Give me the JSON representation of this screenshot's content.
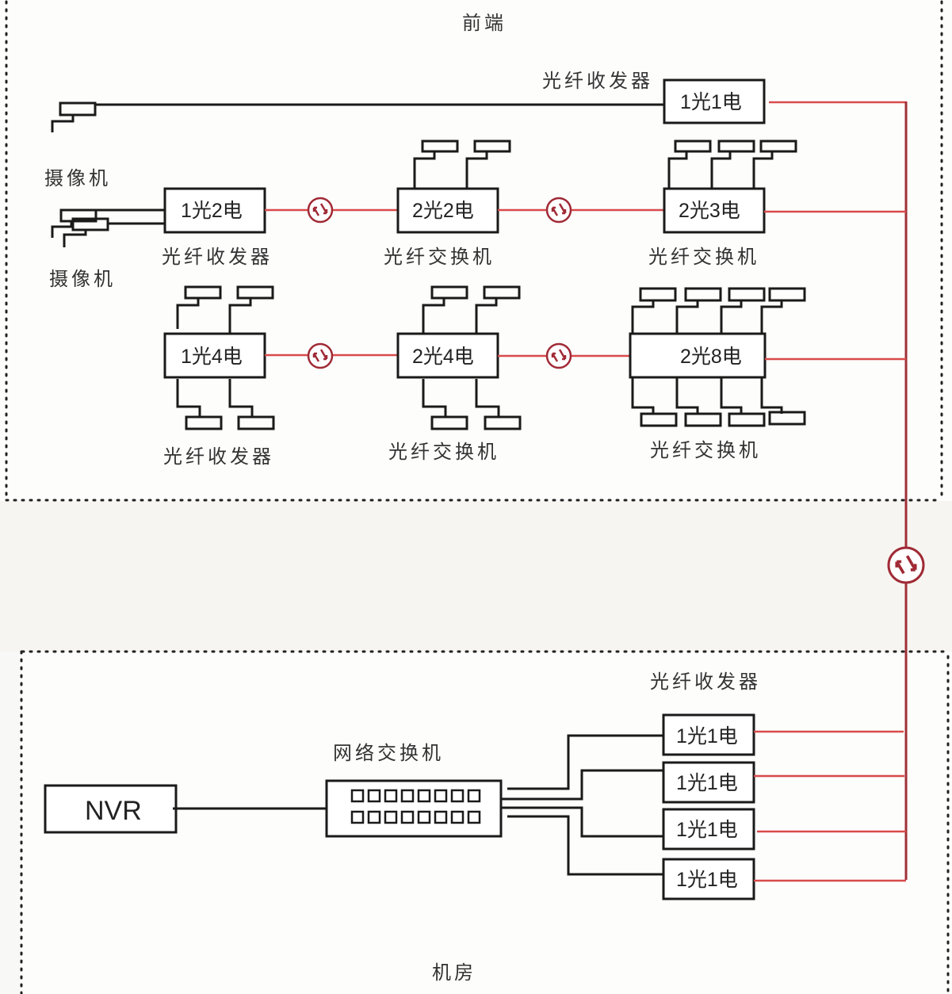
{
  "regions": {
    "front": "前端",
    "room": "机房"
  },
  "front": {
    "row1": {
      "camera_label": "摄像机",
      "device_label": "光纤收发器",
      "device_box": "1光1电"
    },
    "row2": {
      "camera_label_top": "摄像机",
      "camera_label_bottom": "摄像机",
      "devices": [
        {
          "box": "1光2电",
          "label": "光纤收发器"
        },
        {
          "box": "2光2电",
          "label": "光纤交换机"
        },
        {
          "box": "2光3电",
          "label": "光纤交换机"
        }
      ]
    },
    "row3": {
      "devices": [
        {
          "box": "1光4电",
          "label": "光纤收发器"
        },
        {
          "box": "2光4电",
          "label": "光纤交换机"
        },
        {
          "box": "2光8电",
          "label": "光纤交换机"
        }
      ]
    }
  },
  "room": {
    "nvr_box": "NVR",
    "switch_label": "网络交换机",
    "transceiver_label": "光纤收发器",
    "transceivers": [
      "1光1电",
      "1光1电",
      "1光1电",
      "1光1电"
    ]
  },
  "colors": {
    "fiber_line": "#d94a4a",
    "trunk_line": "#a03038",
    "copper_line": "#1a1a1a"
  },
  "icons": {
    "fiber_link": "bidirectional-arrows-in-circle"
  }
}
